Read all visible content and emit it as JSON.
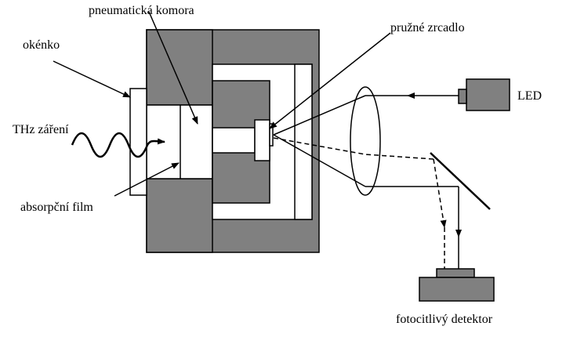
{
  "labels": {
    "pneumatic_chamber": "pneumatická komora",
    "flexible_mirror": "pružné zrcadlo",
    "window": "okénko",
    "thz_radiation": "THz záření",
    "led": "LED",
    "absorption_film": "absorpční film",
    "photodetector": "fotocitlivý detektor"
  },
  "colors": {
    "block_fill": "#808080",
    "line": "#000000",
    "background": "#ffffff"
  }
}
